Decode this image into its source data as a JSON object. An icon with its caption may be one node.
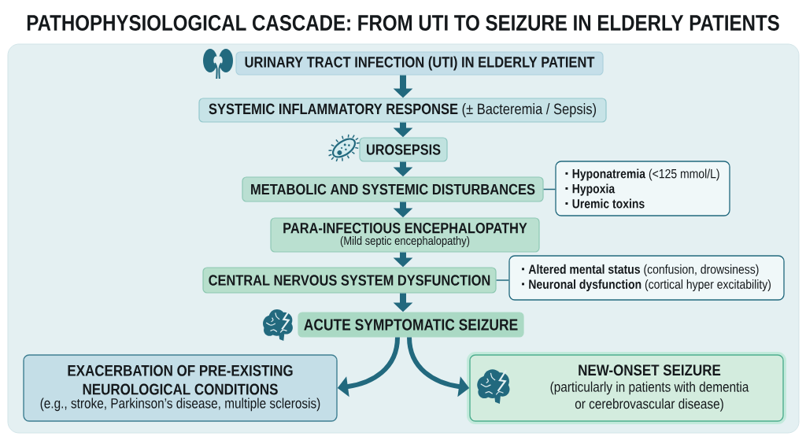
{
  "diagram": {
    "title": "PATHOPHYSIOLOGICAL CASCADE: FROM UTI TO SEIZURE IN ELDERLY PATIENTS",
    "nodes": [
      {
        "text": [
          "URINARY TRACT INFECTION (UTI) IN ELDERLY PATIENT"
        ]
      },
      {
        "text": [
          "**SYSTEMIC INFLAMMATORY RESPONSE** (± Bacteremia / Sepsis)"
        ]
      },
      {
        "text": [
          "UROSEPSIS"
        ]
      },
      {
        "text": [
          "METABOLIC AND SYSTEMIC DISTURBANCES"
        ]
      },
      {
        "text": [
          "**Hyponatremia** (<125 mmol/L)",
          "Hypoxia",
          "Uremic toxins"
        ]
      },
      {
        "text": [
          "PARA-INFECTIOUS ENCEPHALOPATHY",
          "(Mild septic encephalopathy)"
        ]
      },
      {
        "text": [
          "CENTRAL NERVOUS SYSTEM DYSFUNCTION"
        ]
      },
      {
        "text": [
          "**Altered mental status** (confusion, drowsiness)",
          "**Neuronal dysfunction** (cortical hyper excitability)"
        ]
      },
      {
        "text": [
          "ACUTE SYMPTOMATIC SEIZURE"
        ]
      },
      {
        "text": [
          "EXACERBATION OF PRE-EXISTING NEUROLOGICAL CONDITIONS",
          "(e.g., stroke, Parkinson’s disease, multiple sclerosis)"
        ]
      },
      {
        "text": [
          "NEW-ONSET SEIZURE",
          "(particularly in patients with dementia or cerebrovascular disease)"
        ]
      }
    ],
    "edges": [
      {
        "from": 0,
        "to": 1,
        "arrow": "to"
      },
      {
        "from": 1,
        "to": 2,
        "arrow": "to"
      },
      {
        "from": 2,
        "to": 3,
        "arrow": "to"
      },
      {
        "from": 3,
        "to": 4,
        "arrow": "none"
      },
      {
        "from": 3,
        "to": 5,
        "arrow": "to"
      },
      {
        "from": 5,
        "to": 6,
        "arrow": "to"
      },
      {
        "from": 6,
        "to": 7,
        "arrow": "none"
      },
      {
        "from": 6,
        "to": 8,
        "arrow": "to"
      },
      {
        "from": 8,
        "to": 9,
        "arrow": "to"
      },
      {
        "from": 8,
        "to": 10,
        "arrow": "to"
      }
    ]
  }
}
